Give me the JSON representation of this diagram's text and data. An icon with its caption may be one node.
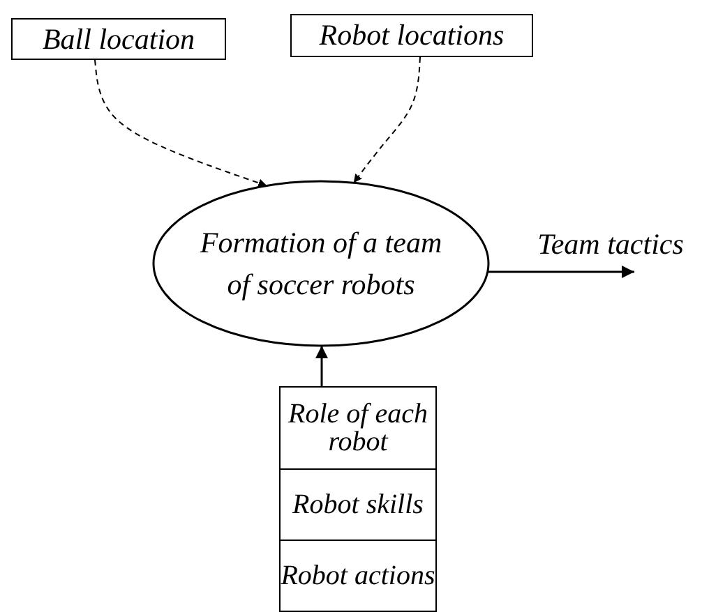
{
  "diagram": {
    "nodes": [
      {
        "text": [
          "Ball location"
        ]
      },
      {
        "text": [
          "Robot locations"
        ]
      },
      {
        "text": [
          "Formation of a team of soccer robots"
        ]
      },
      {
        "text": [
          "Team tactics"
        ]
      },
      {
        "text": [
          "Role of each robot"
        ]
      },
      {
        "text": [
          "Robot skills"
        ]
      },
      {
        "text": [
          "Robot actions"
        ]
      }
    ],
    "edges": [
      {
        "from": 0,
        "to": 2,
        "arrow": "to",
        "style": "dashed"
      },
      {
        "from": 1,
        "to": 2,
        "arrow": "to",
        "style": "dashed"
      },
      {
        "from": 2,
        "to": 3,
        "arrow": "to"
      },
      {
        "from": 4,
        "to": 2,
        "arrow": "to"
      }
    ]
  }
}
